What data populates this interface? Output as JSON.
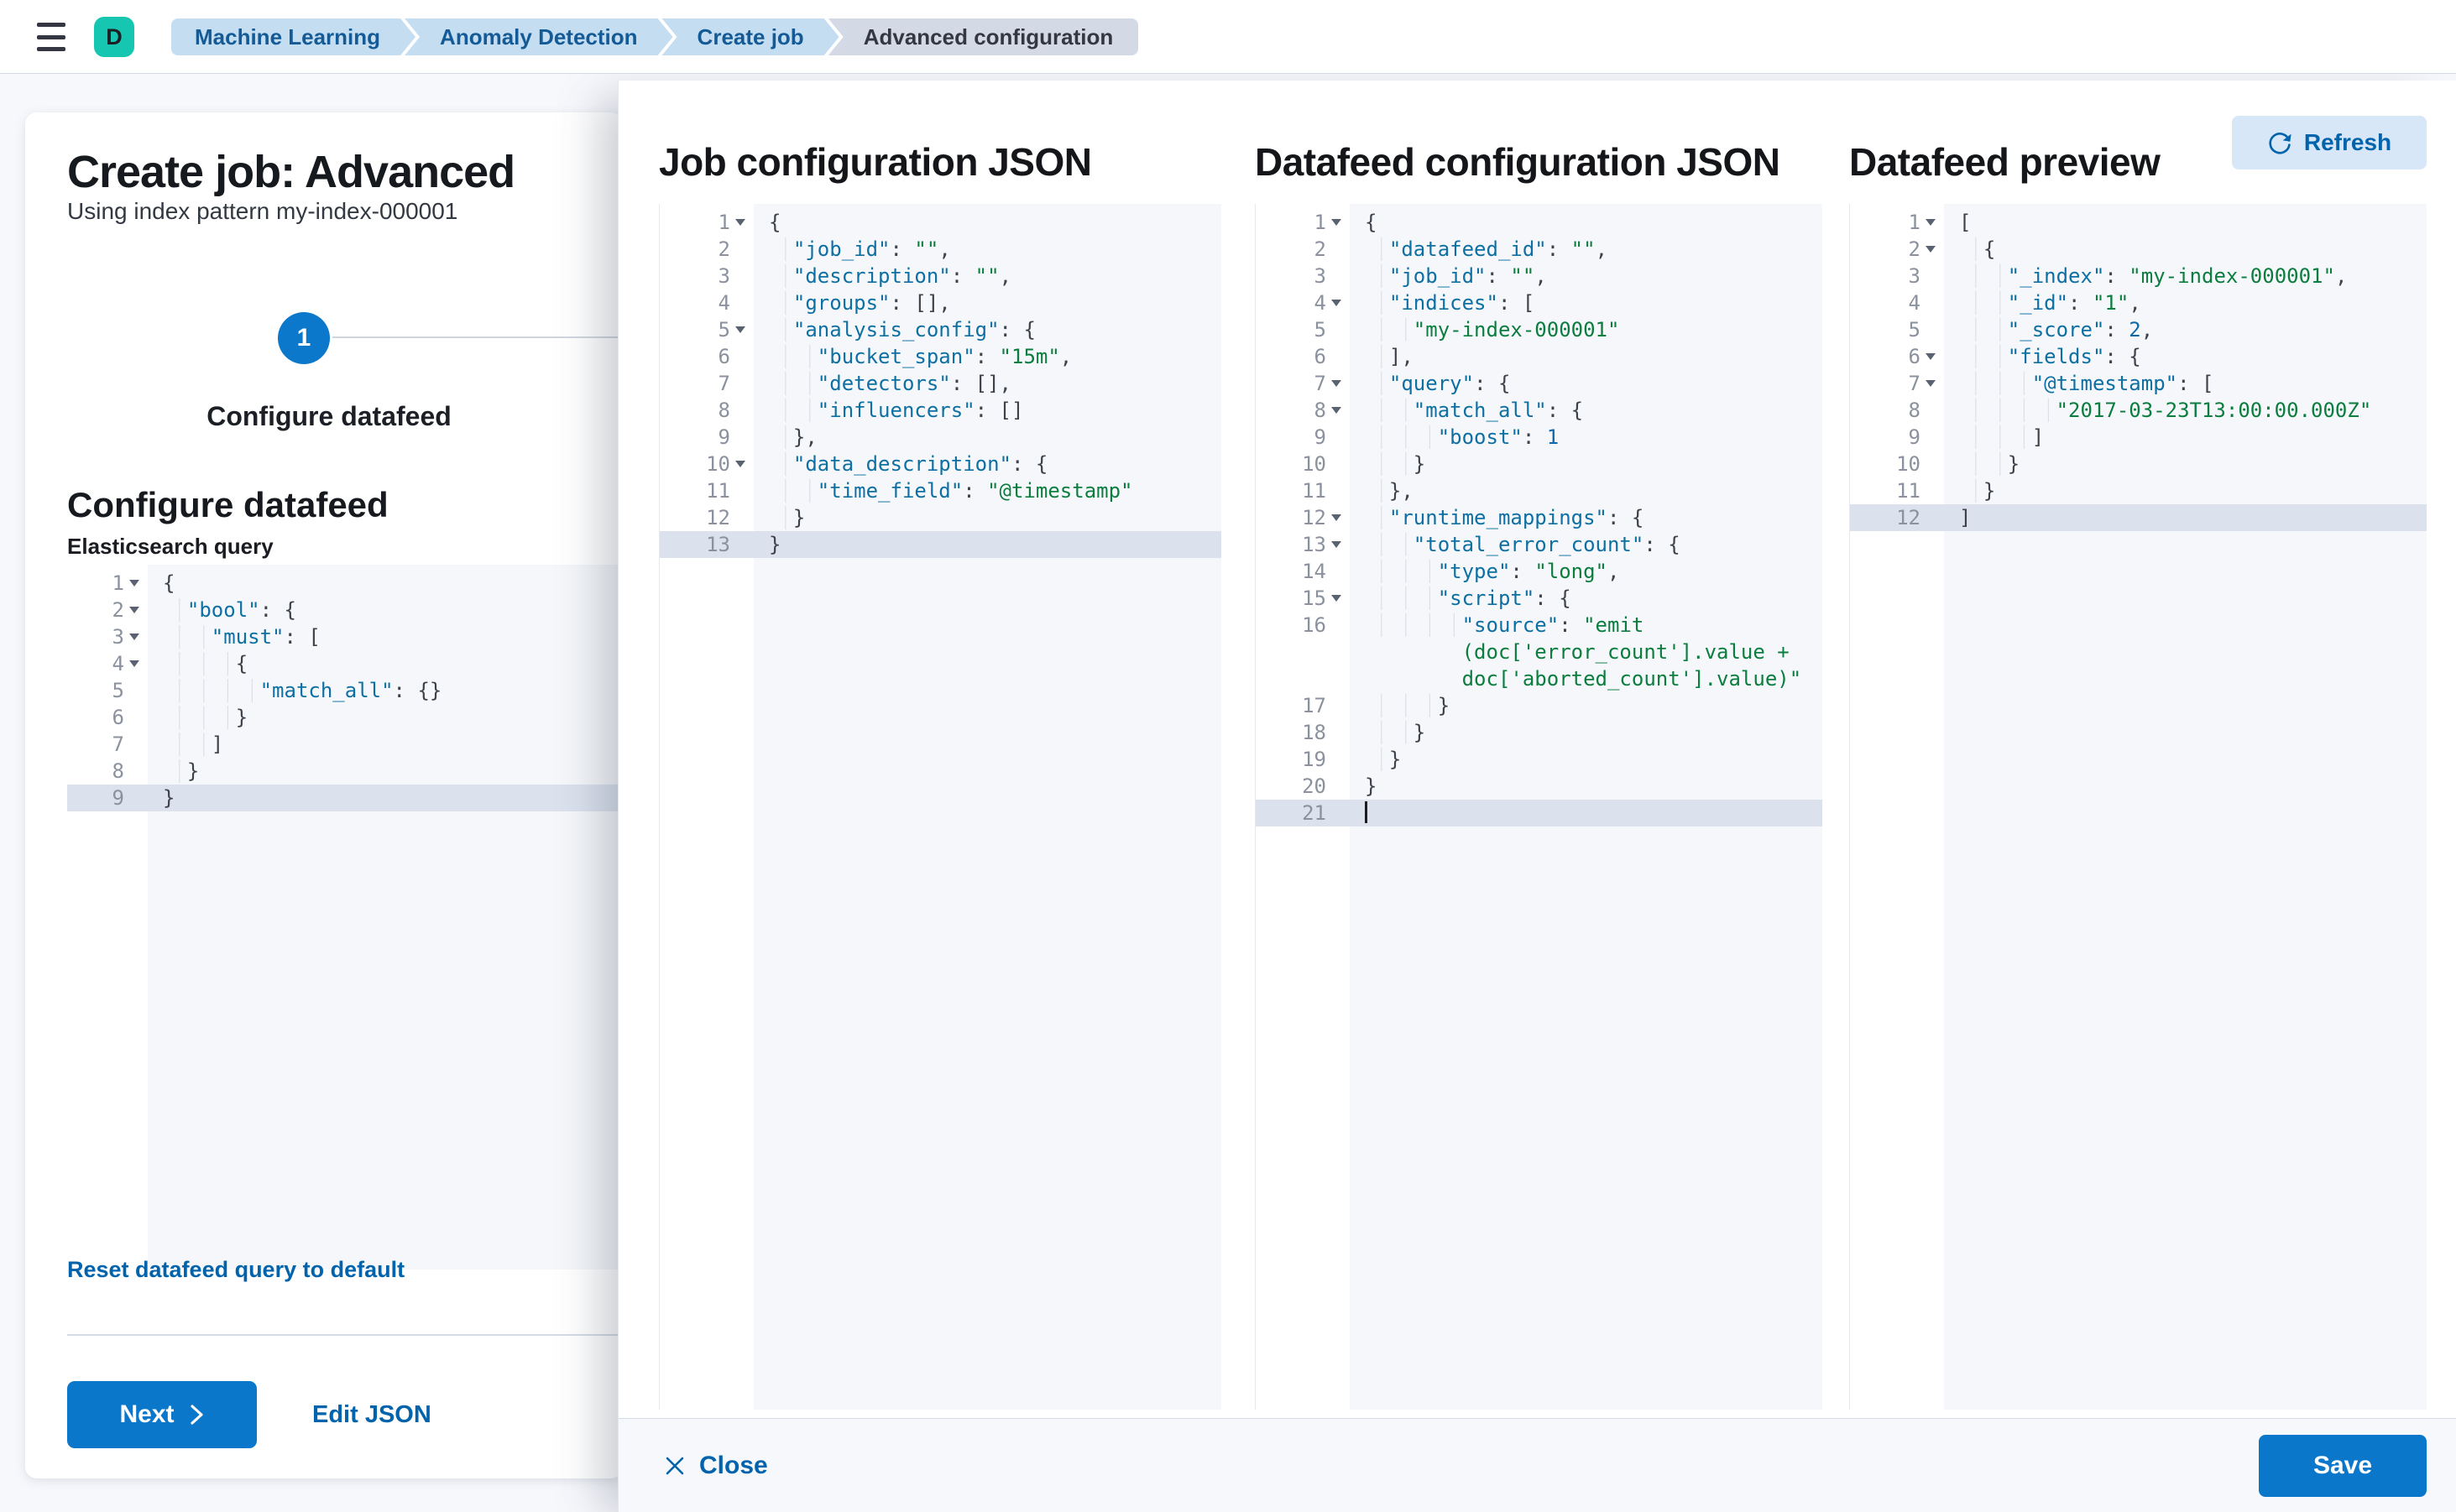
{
  "topbar": {
    "avatar_initial": "D",
    "breadcrumbs": [
      {
        "label": "Machine Learning",
        "current": false
      },
      {
        "label": "Anomaly Detection",
        "current": false
      },
      {
        "label": "Create job",
        "current": false
      },
      {
        "label": "Advanced configuration",
        "current": true
      }
    ]
  },
  "page": {
    "title": "Create job: Advanced",
    "subtitle": "Using index pattern my-index-000001",
    "wizard": {
      "step_number": "1",
      "step_label": "Configure datafeed"
    },
    "section_heading": "Configure datafeed",
    "query_label": "Elasticsearch query",
    "reset_link": "Reset datafeed query to default",
    "next_button": "Next",
    "edit_json_link": "Edit JSON"
  },
  "flyout": {
    "panels": [
      {
        "title": "Job configuration JSON"
      },
      {
        "title": "Datafeed configuration JSON"
      },
      {
        "title": "Datafeed preview"
      }
    ],
    "refresh_button": "Refresh",
    "close_button": "Close",
    "save_button": "Save"
  },
  "colors": {
    "accent_blue": "#0b77cb",
    "link_blue": "#0063ab",
    "step_circle": "#0b78cc",
    "breadcrumb_blue_bg": "#c4ddf1",
    "breadcrumb_text": "#135a96",
    "breadcrumb_current_bg": "#d3dae6",
    "avatar_teal": "#17c6b0",
    "editor_bg": "#f5f7fa",
    "active_line_bg": "#dbe2ee",
    "code_key": "#0e6fa3",
    "code_string": "#0b7d3e",
    "code_number": "#0f68a9"
  },
  "editors": {
    "es_query": {
      "active_line": 9,
      "lines": [
        {
          "n": 1,
          "fold": true,
          "tokens": [
            [
              "p",
              "{"
            ]
          ]
        },
        {
          "n": 2,
          "fold": true,
          "tokens": [
            [
              "w",
              "  "
            ],
            [
              "k",
              "\"bool\""
            ],
            [
              "p",
              ": {"
            ]
          ]
        },
        {
          "n": 3,
          "fold": true,
          "tokens": [
            [
              "w",
              "    "
            ],
            [
              "k",
              "\"must\""
            ],
            [
              "p",
              ": ["
            ]
          ]
        },
        {
          "n": 4,
          "fold": true,
          "tokens": [
            [
              "w",
              "      "
            ],
            [
              "p",
              "{"
            ]
          ]
        },
        {
          "n": 5,
          "tokens": [
            [
              "w",
              "        "
            ],
            [
              "k",
              "\"match_all\""
            ],
            [
              "p",
              ": {}"
            ]
          ]
        },
        {
          "n": 6,
          "tokens": [
            [
              "w",
              "      "
            ],
            [
              "p",
              "}"
            ]
          ]
        },
        {
          "n": 7,
          "tokens": [
            [
              "w",
              "    "
            ],
            [
              "p",
              "]"
            ]
          ]
        },
        {
          "n": 8,
          "tokens": [
            [
              "w",
              "  "
            ],
            [
              "p",
              "}"
            ]
          ]
        },
        {
          "n": 9,
          "tokens": [
            [
              "p",
              "}"
            ]
          ]
        }
      ]
    },
    "job": {
      "active_line": 13,
      "lines": [
        {
          "n": 1,
          "fold": true,
          "tokens": [
            [
              "p",
              "{"
            ]
          ]
        },
        {
          "n": 2,
          "tokens": [
            [
              "w",
              "  "
            ],
            [
              "k",
              "\"job_id\""
            ],
            [
              "p",
              ": "
            ],
            [
              "s",
              "\"\""
            ],
            [
              "p",
              ","
            ]
          ]
        },
        {
          "n": 3,
          "tokens": [
            [
              "w",
              "  "
            ],
            [
              "k",
              "\"description\""
            ],
            [
              "p",
              ": "
            ],
            [
              "s",
              "\"\""
            ],
            [
              "p",
              ","
            ]
          ]
        },
        {
          "n": 4,
          "tokens": [
            [
              "w",
              "  "
            ],
            [
              "k",
              "\"groups\""
            ],
            [
              "p",
              ": [],"
            ]
          ]
        },
        {
          "n": 5,
          "fold": true,
          "tokens": [
            [
              "w",
              "  "
            ],
            [
              "k",
              "\"analysis_config\""
            ],
            [
              "p",
              ": {"
            ]
          ]
        },
        {
          "n": 6,
          "tokens": [
            [
              "w",
              "    "
            ],
            [
              "k",
              "\"bucket_span\""
            ],
            [
              "p",
              ": "
            ],
            [
              "s",
              "\"15m\""
            ],
            [
              "p",
              ","
            ]
          ]
        },
        {
          "n": 7,
          "tokens": [
            [
              "w",
              "    "
            ],
            [
              "k",
              "\"detectors\""
            ],
            [
              "p",
              ": [],"
            ]
          ]
        },
        {
          "n": 8,
          "tokens": [
            [
              "w",
              "    "
            ],
            [
              "k",
              "\"influencers\""
            ],
            [
              "p",
              ": []"
            ]
          ]
        },
        {
          "n": 9,
          "tokens": [
            [
              "w",
              "  "
            ],
            [
              "p",
              "},"
            ]
          ]
        },
        {
          "n": 10,
          "fold": true,
          "tokens": [
            [
              "w",
              "  "
            ],
            [
              "k",
              "\"data_description\""
            ],
            [
              "p",
              ": {"
            ]
          ]
        },
        {
          "n": 11,
          "tokens": [
            [
              "w",
              "    "
            ],
            [
              "k",
              "\"time_field\""
            ],
            [
              "p",
              ": "
            ],
            [
              "s",
              "\"@timestamp\""
            ]
          ]
        },
        {
          "n": 12,
          "tokens": [
            [
              "w",
              "  "
            ],
            [
              "p",
              "}"
            ]
          ]
        },
        {
          "n": 13,
          "tokens": [
            [
              "p",
              "}"
            ]
          ]
        }
      ]
    },
    "datafeed": {
      "active_line": 21,
      "lines": [
        {
          "n": 1,
          "fold": true,
          "tokens": [
            [
              "p",
              "{"
            ]
          ]
        },
        {
          "n": 2,
          "tokens": [
            [
              "w",
              "  "
            ],
            [
              "k",
              "\"datafeed_id\""
            ],
            [
              "p",
              ": "
            ],
            [
              "s",
              "\"\""
            ],
            [
              "p",
              ","
            ]
          ]
        },
        {
          "n": 3,
          "tokens": [
            [
              "w",
              "  "
            ],
            [
              "k",
              "\"job_id\""
            ],
            [
              "p",
              ": "
            ],
            [
              "s",
              "\"\""
            ],
            [
              "p",
              ","
            ]
          ]
        },
        {
          "n": 4,
          "fold": true,
          "tokens": [
            [
              "w",
              "  "
            ],
            [
              "k",
              "\"indices\""
            ],
            [
              "p",
              ": ["
            ]
          ]
        },
        {
          "n": 5,
          "tokens": [
            [
              "w",
              "    "
            ],
            [
              "s",
              "\"my-index-000001\""
            ]
          ]
        },
        {
          "n": 6,
          "tokens": [
            [
              "w",
              "  "
            ],
            [
              "p",
              "],"
            ]
          ]
        },
        {
          "n": 7,
          "fold": true,
          "tokens": [
            [
              "w",
              "  "
            ],
            [
              "k",
              "\"query\""
            ],
            [
              "p",
              ": {"
            ]
          ]
        },
        {
          "n": 8,
          "fold": true,
          "tokens": [
            [
              "w",
              "    "
            ],
            [
              "k",
              "\"match_all\""
            ],
            [
              "p",
              ": {"
            ]
          ]
        },
        {
          "n": 9,
          "tokens": [
            [
              "w",
              "      "
            ],
            [
              "k",
              "\"boost\""
            ],
            [
              "p",
              ": "
            ],
            [
              "n",
              "1"
            ]
          ]
        },
        {
          "n": 10,
          "tokens": [
            [
              "w",
              "    "
            ],
            [
              "p",
              "}"
            ]
          ]
        },
        {
          "n": 11,
          "tokens": [
            [
              "w",
              "  "
            ],
            [
              "p",
              "},"
            ]
          ]
        },
        {
          "n": 12,
          "fold": true,
          "tokens": [
            [
              "w",
              "  "
            ],
            [
              "k",
              "\"runtime_mappings\""
            ],
            [
              "p",
              ": {"
            ]
          ]
        },
        {
          "n": 13,
          "fold": true,
          "tokens": [
            [
              "w",
              "    "
            ],
            [
              "k",
              "\"total_error_count\""
            ],
            [
              "p",
              ": {"
            ]
          ]
        },
        {
          "n": 14,
          "tokens": [
            [
              "w",
              "      "
            ],
            [
              "k",
              "\"type\""
            ],
            [
              "p",
              ": "
            ],
            [
              "s",
              "\"long\""
            ],
            [
              "p",
              ","
            ]
          ]
        },
        {
          "n": 15,
          "fold": true,
          "tokens": [
            [
              "w",
              "      "
            ],
            [
              "k",
              "\"script\""
            ],
            [
              "p",
              ": {"
            ]
          ]
        },
        {
          "n": 16,
          "tokens": [
            [
              "w",
              "        "
            ],
            [
              "k",
              "\"source\""
            ],
            [
              "p",
              ": "
            ],
            [
              "s",
              "\"emit\n        (doc['error_count'].value +\n        doc['aborted_count'].value)\""
            ]
          ]
        },
        {
          "n": 17,
          "tokens": [
            [
              "w",
              "      "
            ],
            [
              "p",
              "}"
            ]
          ]
        },
        {
          "n": 18,
          "tokens": [
            [
              "w",
              "    "
            ],
            [
              "p",
              "}"
            ]
          ]
        },
        {
          "n": 19,
          "tokens": [
            [
              "w",
              "  "
            ],
            [
              "p",
              "}"
            ]
          ]
        },
        {
          "n": 20,
          "tokens": [
            [
              "p",
              "}"
            ]
          ]
        },
        {
          "n": 21,
          "cursor": true,
          "tokens": []
        }
      ]
    },
    "preview": {
      "active_line": 12,
      "lines": [
        {
          "n": 1,
          "fold": true,
          "tokens": [
            [
              "p",
              "["
            ]
          ]
        },
        {
          "n": 2,
          "fold": true,
          "tokens": [
            [
              "w",
              "  "
            ],
            [
              "p",
              "{"
            ]
          ]
        },
        {
          "n": 3,
          "tokens": [
            [
              "w",
              "    "
            ],
            [
              "k",
              "\"_index\""
            ],
            [
              "p",
              ": "
            ],
            [
              "s",
              "\"my-index-000001\""
            ],
            [
              "p",
              ","
            ]
          ]
        },
        {
          "n": 4,
          "tokens": [
            [
              "w",
              "    "
            ],
            [
              "k",
              "\"_id\""
            ],
            [
              "p",
              ": "
            ],
            [
              "s",
              "\"1\""
            ],
            [
              "p",
              ","
            ]
          ]
        },
        {
          "n": 5,
          "tokens": [
            [
              "w",
              "    "
            ],
            [
              "k",
              "\"_score\""
            ],
            [
              "p",
              ": "
            ],
            [
              "n",
              "2"
            ],
            [
              "p",
              ","
            ]
          ]
        },
        {
          "n": 6,
          "fold": true,
          "tokens": [
            [
              "w",
              "    "
            ],
            [
              "k",
              "\"fields\""
            ],
            [
              "p",
              ": {"
            ]
          ]
        },
        {
          "n": 7,
          "fold": true,
          "tokens": [
            [
              "w",
              "      "
            ],
            [
              "k",
              "\"@timestamp\""
            ],
            [
              "p",
              ": ["
            ]
          ]
        },
        {
          "n": 8,
          "tokens": [
            [
              "w",
              "        "
            ],
            [
              "s",
              "\"2017-03-23T13:00:00.000Z\""
            ]
          ]
        },
        {
          "n": 9,
          "tokens": [
            [
              "w",
              "      "
            ],
            [
              "p",
              "]"
            ]
          ]
        },
        {
          "n": 10,
          "tokens": [
            [
              "w",
              "    "
            ],
            [
              "p",
              "}"
            ]
          ]
        },
        {
          "n": 11,
          "tokens": [
            [
              "w",
              "  "
            ],
            [
              "p",
              "}"
            ]
          ]
        },
        {
          "n": 12,
          "tokens": [
            [
              "p",
              "]"
            ]
          ]
        }
      ]
    }
  }
}
